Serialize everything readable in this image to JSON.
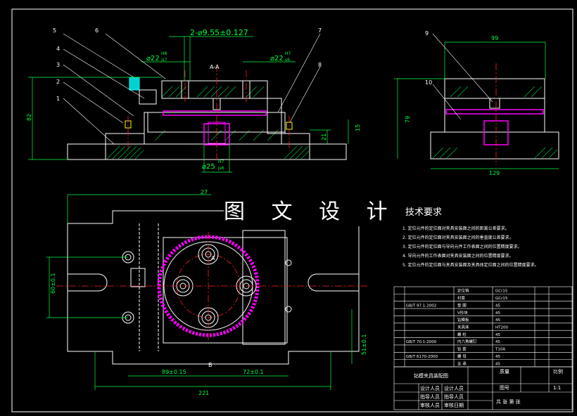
{
  "watermark": "图 文 设 计",
  "tech_title": "技术要求",
  "tech_requirements": [
    "1. 定位元件的定位面对夹具安装面之间的距离公差要求。",
    "2. 定位元件的定位面对夹具安装面之间的垂直度公差要求。",
    "3. 定位元件的定位面与导向元件工作表面之间的位置精度要求。",
    "4. 导向元件的工作表面对夹具安装面之间的位置精度要求。",
    "5. 定位元件的定位面与夹具安装面及夹具体定位面之间的位置精度要求。"
  ],
  "dims": {
    "holes": "2-⌀9.55±0.127",
    "fit_left": "⌀22",
    "fit_left_tol_top": "H8",
    "fit_left_tol_bot": "js7",
    "fit_right": "⌀22",
    "fit_right_tol_top": "H7",
    "fit_right_tol_bot": "s6",
    "fit_bottom": "⌀25",
    "fit_bottom_tol_top": "H7",
    "fit_bottom_tol_bot": "js6",
    "section": "A-A",
    "h82": "82",
    "h21": "21",
    "h15": "15",
    "h79": "79",
    "w99": "99",
    "w129": "129",
    "top_w": "27",
    "dim_60": "60±0.1",
    "dim_89": "89±0.15",
    "dim_72": "72±0.1",
    "dim_221": "221",
    "dim_51": "51±0.1",
    "sec_A": "A",
    "sec_B": "B"
  },
  "leaders": [
    "1",
    "2",
    "3",
    "4",
    "5",
    "6",
    "7",
    "8",
    "9",
    "10"
  ],
  "bom_rows": [
    {
      "std": "",
      "name": "定位销",
      "mat": "GCr15"
    },
    {
      "std": "",
      "name": "衬套",
      "mat": "GCr15"
    },
    {
      "std": "GB/T 97.1-2002",
      "name": "垫 圈",
      "mat": "45"
    },
    {
      "std": "",
      "name": "V形块",
      "mat": "45"
    },
    {
      "std": "",
      "name": "钻模板",
      "mat": "45"
    },
    {
      "std": "",
      "name": "夹具体",
      "mat": "HT200"
    },
    {
      "std": "",
      "name": "螺 柱",
      "mat": "45"
    },
    {
      "std": "GB/T 70.1-2000",
      "name": "内六角螺钉",
      "mat": "45"
    },
    {
      "std": "",
      "name": "钻 套",
      "mat": "T10A"
    },
    {
      "std": "GB/T 6170-2000",
      "name": "螺 母",
      "mat": "45"
    },
    {
      "std": "",
      "name": "支 承",
      "mat": "45"
    }
  ],
  "title_block": {
    "drawing_name": "钻模夹具装配图",
    "designer": "设计人员",
    "designer_val": "设计人员",
    "guide": "指导人员",
    "guide_val": "指导人员",
    "reviewer": "审核人员",
    "date": "审核日期",
    "mass": "质量",
    "scale": "比例",
    "scale_val": "1:1",
    "figno": "图号",
    "sheet": "共 张 第 张"
  },
  "colors": {
    "magenta": "#ff00ff",
    "cyan": "#00ffff",
    "green": "#00ff40",
    "yellow": "#ffff00",
    "red": "#ff2020",
    "white": "#ffffff"
  }
}
